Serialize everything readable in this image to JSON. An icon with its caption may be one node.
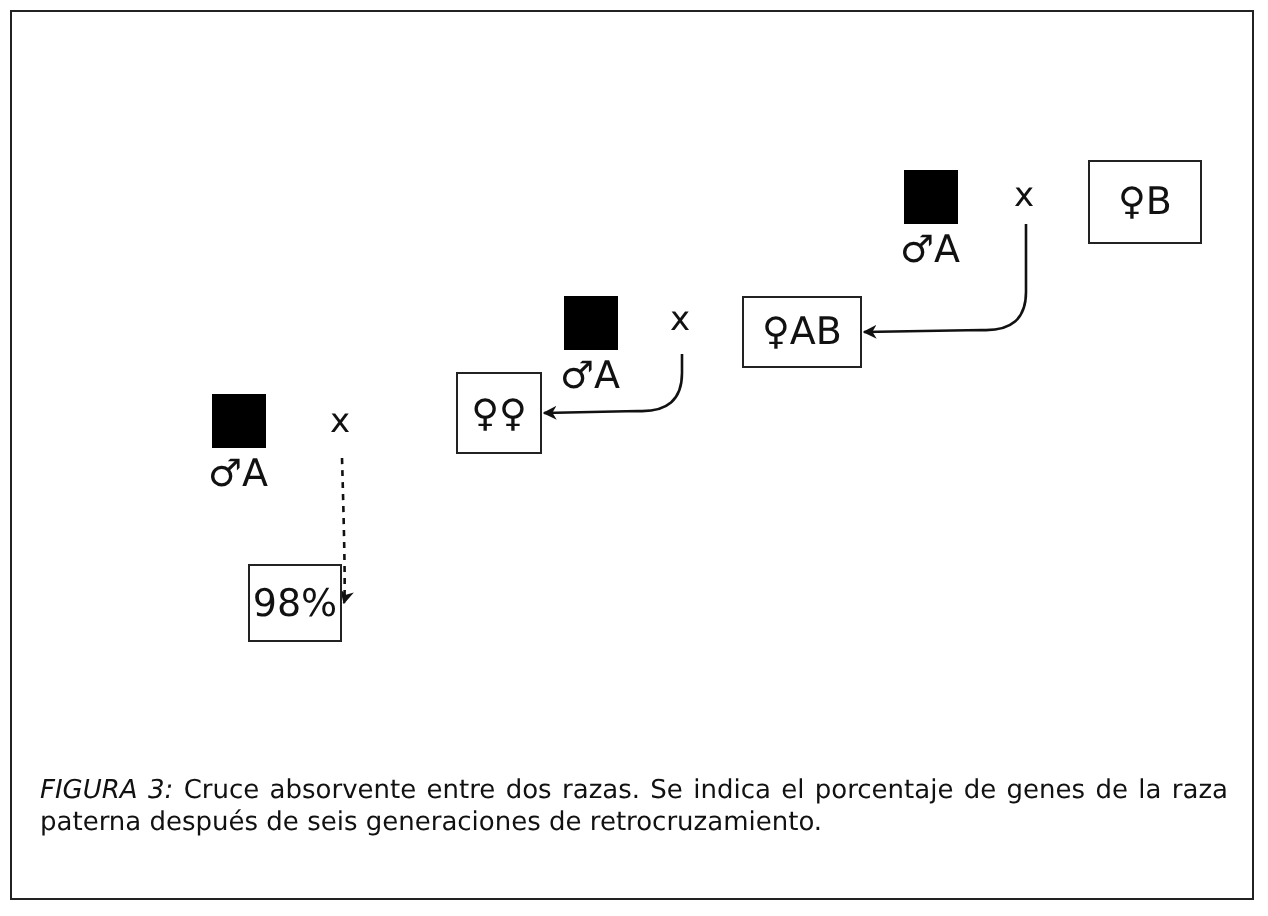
{
  "diagram": {
    "caption": "*FIGURA 3:* Cruce absorvente entre dos razas. Se indica el porcentaje de genes de la raza paterna después de seis generaciones de retrocruzamiento.",
    "nodes": [
      {
        "text": [
          "♂A"
        ]
      },
      {
        "text": [
          "♀B"
        ]
      },
      {
        "text": [
          "♂A"
        ]
      },
      {
        "text": [
          "♀AB"
        ]
      },
      {
        "text": [
          "♂A"
        ]
      },
      {
        "text": [
          "♀♀"
        ]
      },
      {
        "text": [
          "98%"
        ]
      }
    ],
    "edges": [
      {
        "from": null,
        "to": 3,
        "arrow": "to"
      },
      {
        "from": null,
        "to": 5,
        "arrow": "to"
      },
      {
        "from": null,
        "to": 6,
        "arrow": "to",
        "style": "dashed"
      }
    ],
    "labels": [
      "x",
      "x",
      "x"
    ]
  }
}
